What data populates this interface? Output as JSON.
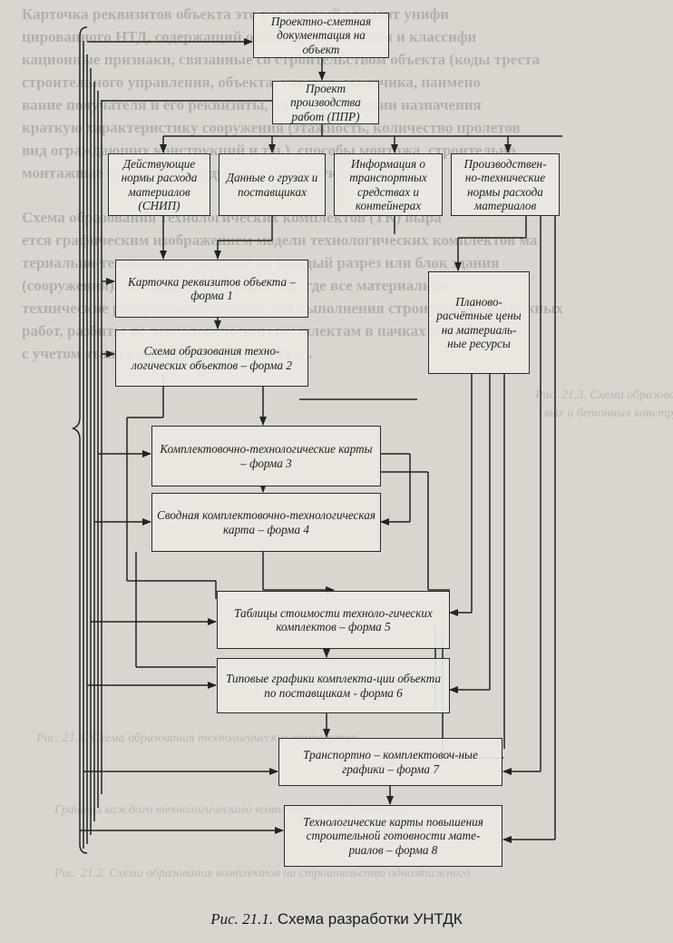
{
  "diagram": {
    "nodes": {
      "psd": "Проектно-сметная документация на объект",
      "ppr": "Проект производства работ (ППР)",
      "snip": "Действующие нормы расхода материалов (СНИП)",
      "gruz": "Данные о грузах и поставщиках",
      "transp": "Информация о транспортных средствах и контейнерах",
      "proizv": "Производствен-но-технические нормы расхода материалов",
      "f1": "Карточка реквизитов объекта – форма 1",
      "ceny": "Планово-расчётные цены на материаль-ные ресурсы",
      "f2": "Схема образования техно-логических объектов – форма 2",
      "f3": "Комплектовочно-технологические карты – форма 3",
      "f4": "Сводная комплектовочно-технологическая карта – форма 4",
      "f5": "Таблицы стоимости техноло-гических комплектов – форма 5",
      "f6": "Типовые графики комплекта-ции объекта по поставщикам - форма 6",
      "f7": "Транспортно – комплектовоч-ные графики – форма 7",
      "f8": "Технологические карты повышения строительной готовности мате-риалов – форма 8"
    },
    "caption_prefix": "Рис. 21.1.",
    "caption_text": "Схема разработки УНТДК"
  }
}
